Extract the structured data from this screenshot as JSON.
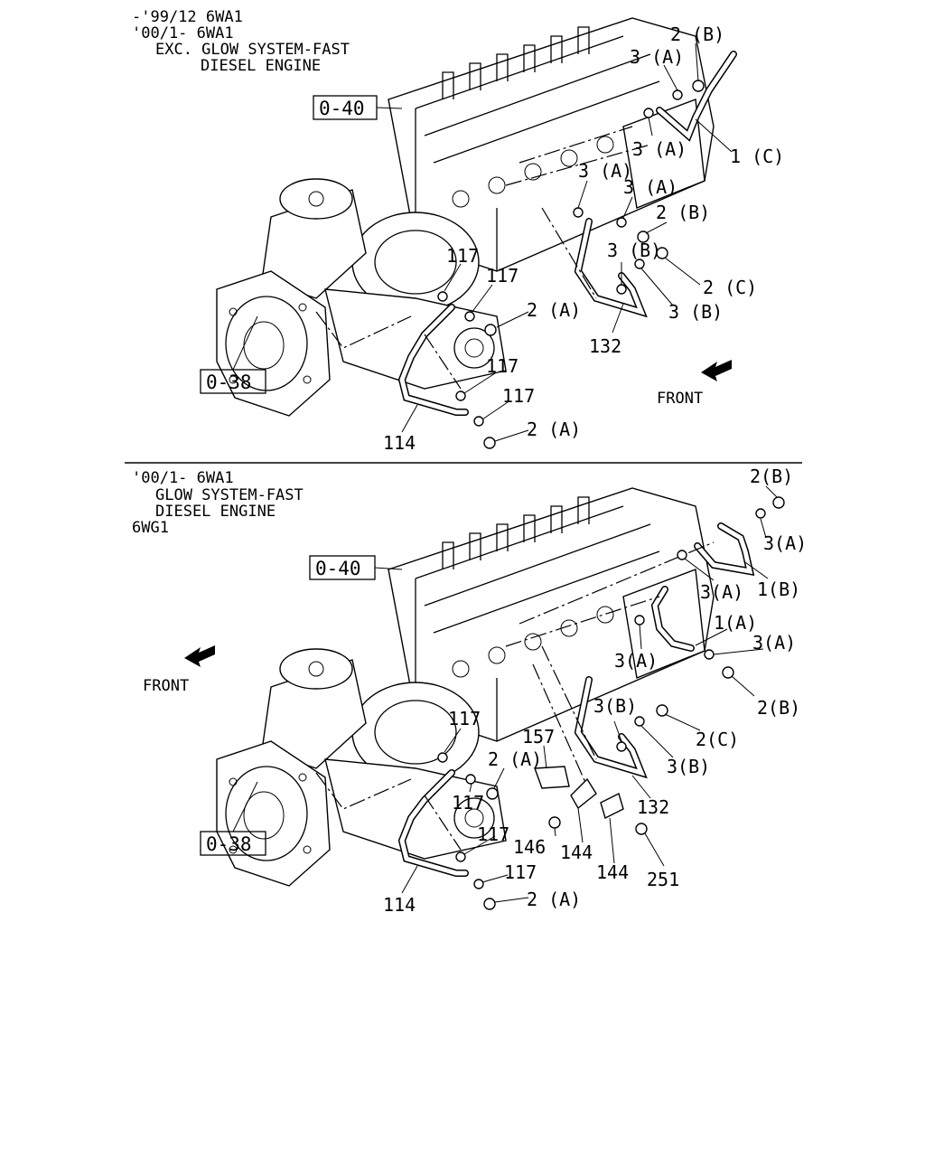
{
  "top_section": {
    "header": [
      "-'99/12 6WA1",
      "'00/1- 6WA1",
      "EXC. GLOW SYSTEM-FAST",
      "DIESEL ENGINE"
    ],
    "ref_boxes": [
      "0-40",
      "0-38"
    ],
    "front_label": "FRONT",
    "callouts": [
      "2 (B)",
      "3 (A)",
      "3 (A)",
      "1 (C)",
      "3 (A)",
      "3 (A)",
      "2 (B)",
      "2 (C)",
      "3 (B)",
      "3 (B)",
      "117",
      "117",
      "2 (A)",
      "132",
      "117",
      "117",
      "2 (A)",
      "114"
    ]
  },
  "bottom_section": {
    "header": [
      "'00/1- 6WA1",
      "GLOW SYSTEM-FAST",
      "DIESEL ENGINE",
      "6WG1"
    ],
    "ref_boxes": [
      "0-40",
      "0-38"
    ],
    "front_label": "FRONT",
    "callouts": [
      "2(B)",
      "3(A)",
      "3(A)",
      "1(B)",
      "1(A)",
      "3(A)",
      "3(A)",
      "2(B)",
      "2(C)",
      "3(B)",
      "3(B)",
      "132",
      "117",
      "2 (A)",
      "157",
      "117",
      "117",
      "146",
      "144",
      "144",
      "251",
      "117",
      "2 (A)",
      "114"
    ]
  }
}
